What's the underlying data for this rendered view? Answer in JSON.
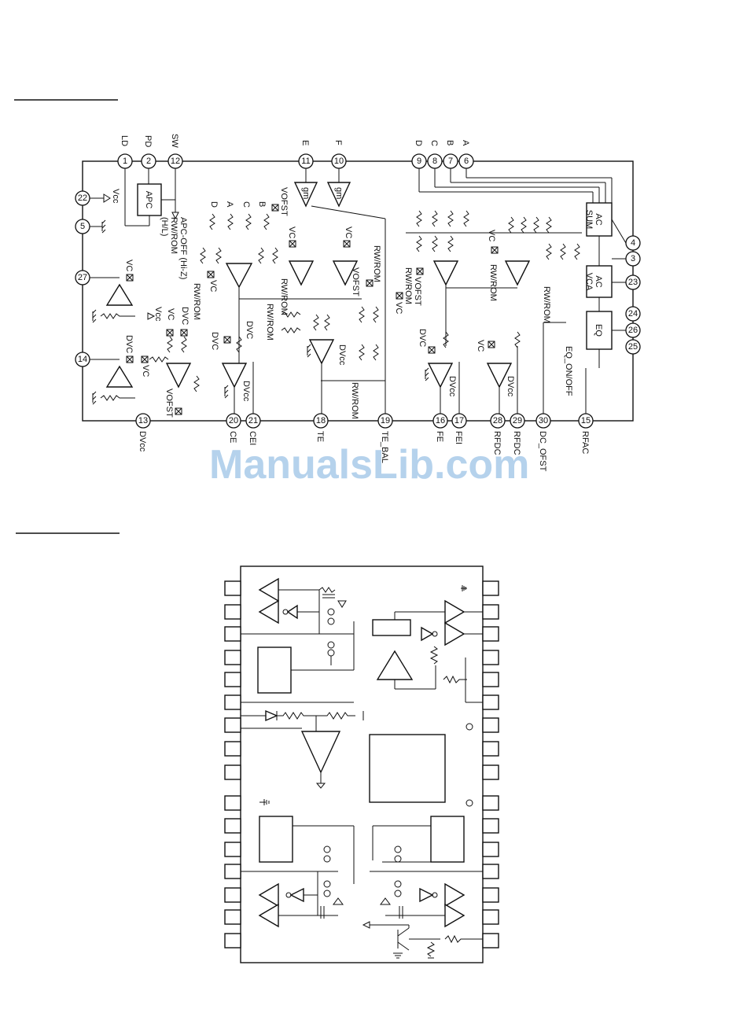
{
  "watermark": "ManualsLib.com",
  "block_diagram": {
    "pins": [
      {
        "num": "1",
        "label": "LD"
      },
      {
        "num": "2",
        "label": "PD"
      },
      {
        "num": "12",
        "label": "SW"
      },
      {
        "num": "11",
        "label": "E"
      },
      {
        "num": "10",
        "label": "F"
      },
      {
        "num": "9",
        "label": "D"
      },
      {
        "num": "8",
        "label": "C"
      },
      {
        "num": "7",
        "label": "B"
      },
      {
        "num": "6",
        "label": "A"
      },
      {
        "num": "22",
        "label": "Vcc"
      },
      {
        "num": "5",
        "label": ""
      },
      {
        "num": "27",
        "label": ""
      },
      {
        "num": "14",
        "label": ""
      },
      {
        "num": "13",
        "label": "DVcc"
      },
      {
        "num": "20",
        "label": "CE"
      },
      {
        "num": "21",
        "label": "CEI"
      },
      {
        "num": "18",
        "label": "TE"
      },
      {
        "num": "19",
        "label": "TE_BAL"
      },
      {
        "num": "16",
        "label": "FE"
      },
      {
        "num": "17",
        "label": "FEI"
      },
      {
        "num": "28",
        "label": "RFDC"
      },
      {
        "num": "29",
        "label": "RFDC"
      },
      {
        "num": "30",
        "label": "DC_OFST"
      },
      {
        "num": "15",
        "label": "RFAC"
      },
      {
        "num": "4",
        "label": ""
      },
      {
        "num": "3",
        "label": ""
      },
      {
        "num": "23",
        "label": ""
      },
      {
        "num": "24",
        "label": ""
      },
      {
        "num": "26",
        "label": ""
      },
      {
        "num": "25",
        "label": ""
      }
    ],
    "blocks": {
      "apc": "APC",
      "ac_sum": [
        "AC",
        "SUM"
      ],
      "ac_vca": [
        "AC",
        "VCA"
      ],
      "eq": "EQ"
    },
    "labels": {
      "apc_off": "APC-OFF (Hi-Z)",
      "rw_rom_hl": "RW/ROM",
      "hl": "(H/L)",
      "rw_rom": "RW/ROM",
      "vofst": "VOFST",
      "vc": "VC",
      "dvc": "DVC",
      "dvcc": "DVcc",
      "vcc": "Vcc",
      "gm": "gm",
      "eq_onoff": "EQ_ON/OFF",
      "d": "D",
      "a": "A",
      "c": "C",
      "b": "B"
    }
  }
}
